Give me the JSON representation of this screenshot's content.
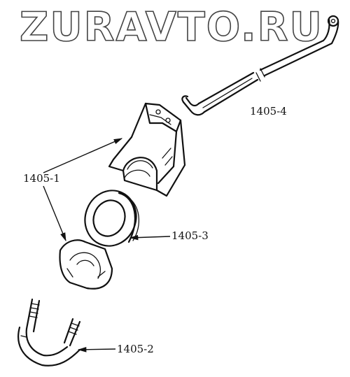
{
  "watermark": {
    "text": "ZURAVTO.RU"
  },
  "labels": {
    "bracket": "1405-1",
    "clamp": "1405-2",
    "bushing": "1405-3",
    "bar": "1405-4"
  },
  "colors": {
    "line": "#111111",
    "background": "#ffffff",
    "watermark_stroke": "#444444"
  }
}
